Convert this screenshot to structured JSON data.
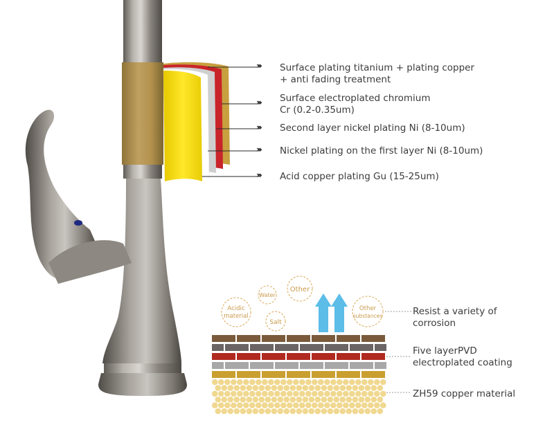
{
  "layers": [
    {
      "lines": [
        "Surface plating titanium + plating copper",
        "+ anti fading treatment"
      ],
      "color": "#c8a040"
    },
    {
      "lines": [
        "Surface electroplated chromium",
        "Cr (0.2-0.35um)"
      ],
      "color": "#c8242a"
    },
    {
      "lines": [
        "Second layer nickel plating Ni  (8-10um)"
      ],
      "color": "#d8d8d8"
    },
    {
      "lines": [
        "Nickel plating on the first layer Ni  (8-10um)"
      ],
      "color": "#ffffff"
    },
    {
      "lines": [
        "Acid copper plating Gu  (15-25um)"
      ],
      "color": "#f2dc10"
    }
  ],
  "arrow_glyph": "›››",
  "bubbles": [
    {
      "lines": [
        "Acidic",
        "material"
      ]
    },
    {
      "lines": [
        "Water"
      ]
    },
    {
      "lines": [
        "Other"
      ]
    },
    {
      "lines": [
        "Salt"
      ]
    },
    {
      "lines": [
        "Other",
        "substances"
      ]
    }
  ],
  "coating_labels": [
    {
      "lines": [
        "Resist a variety of",
        "corrosion"
      ]
    },
    {
      "lines": [
        "Five layerPVD",
        "electroplated coating"
      ]
    },
    {
      "lines": [
        "ZH59 copper material"
      ]
    }
  ],
  "colors": {
    "faucet": "#9a958f",
    "gold_band": "#b3924e",
    "up_arrow": "#5bbde8",
    "brick_brown": "#7a5a3a",
    "brick_gray_dark": "#6b6464",
    "brick_red": "#b02a20",
    "brick_gray": "#a8a8a8",
    "brick_gold": "#c9a030",
    "copper_dots": "#f0d890"
  }
}
